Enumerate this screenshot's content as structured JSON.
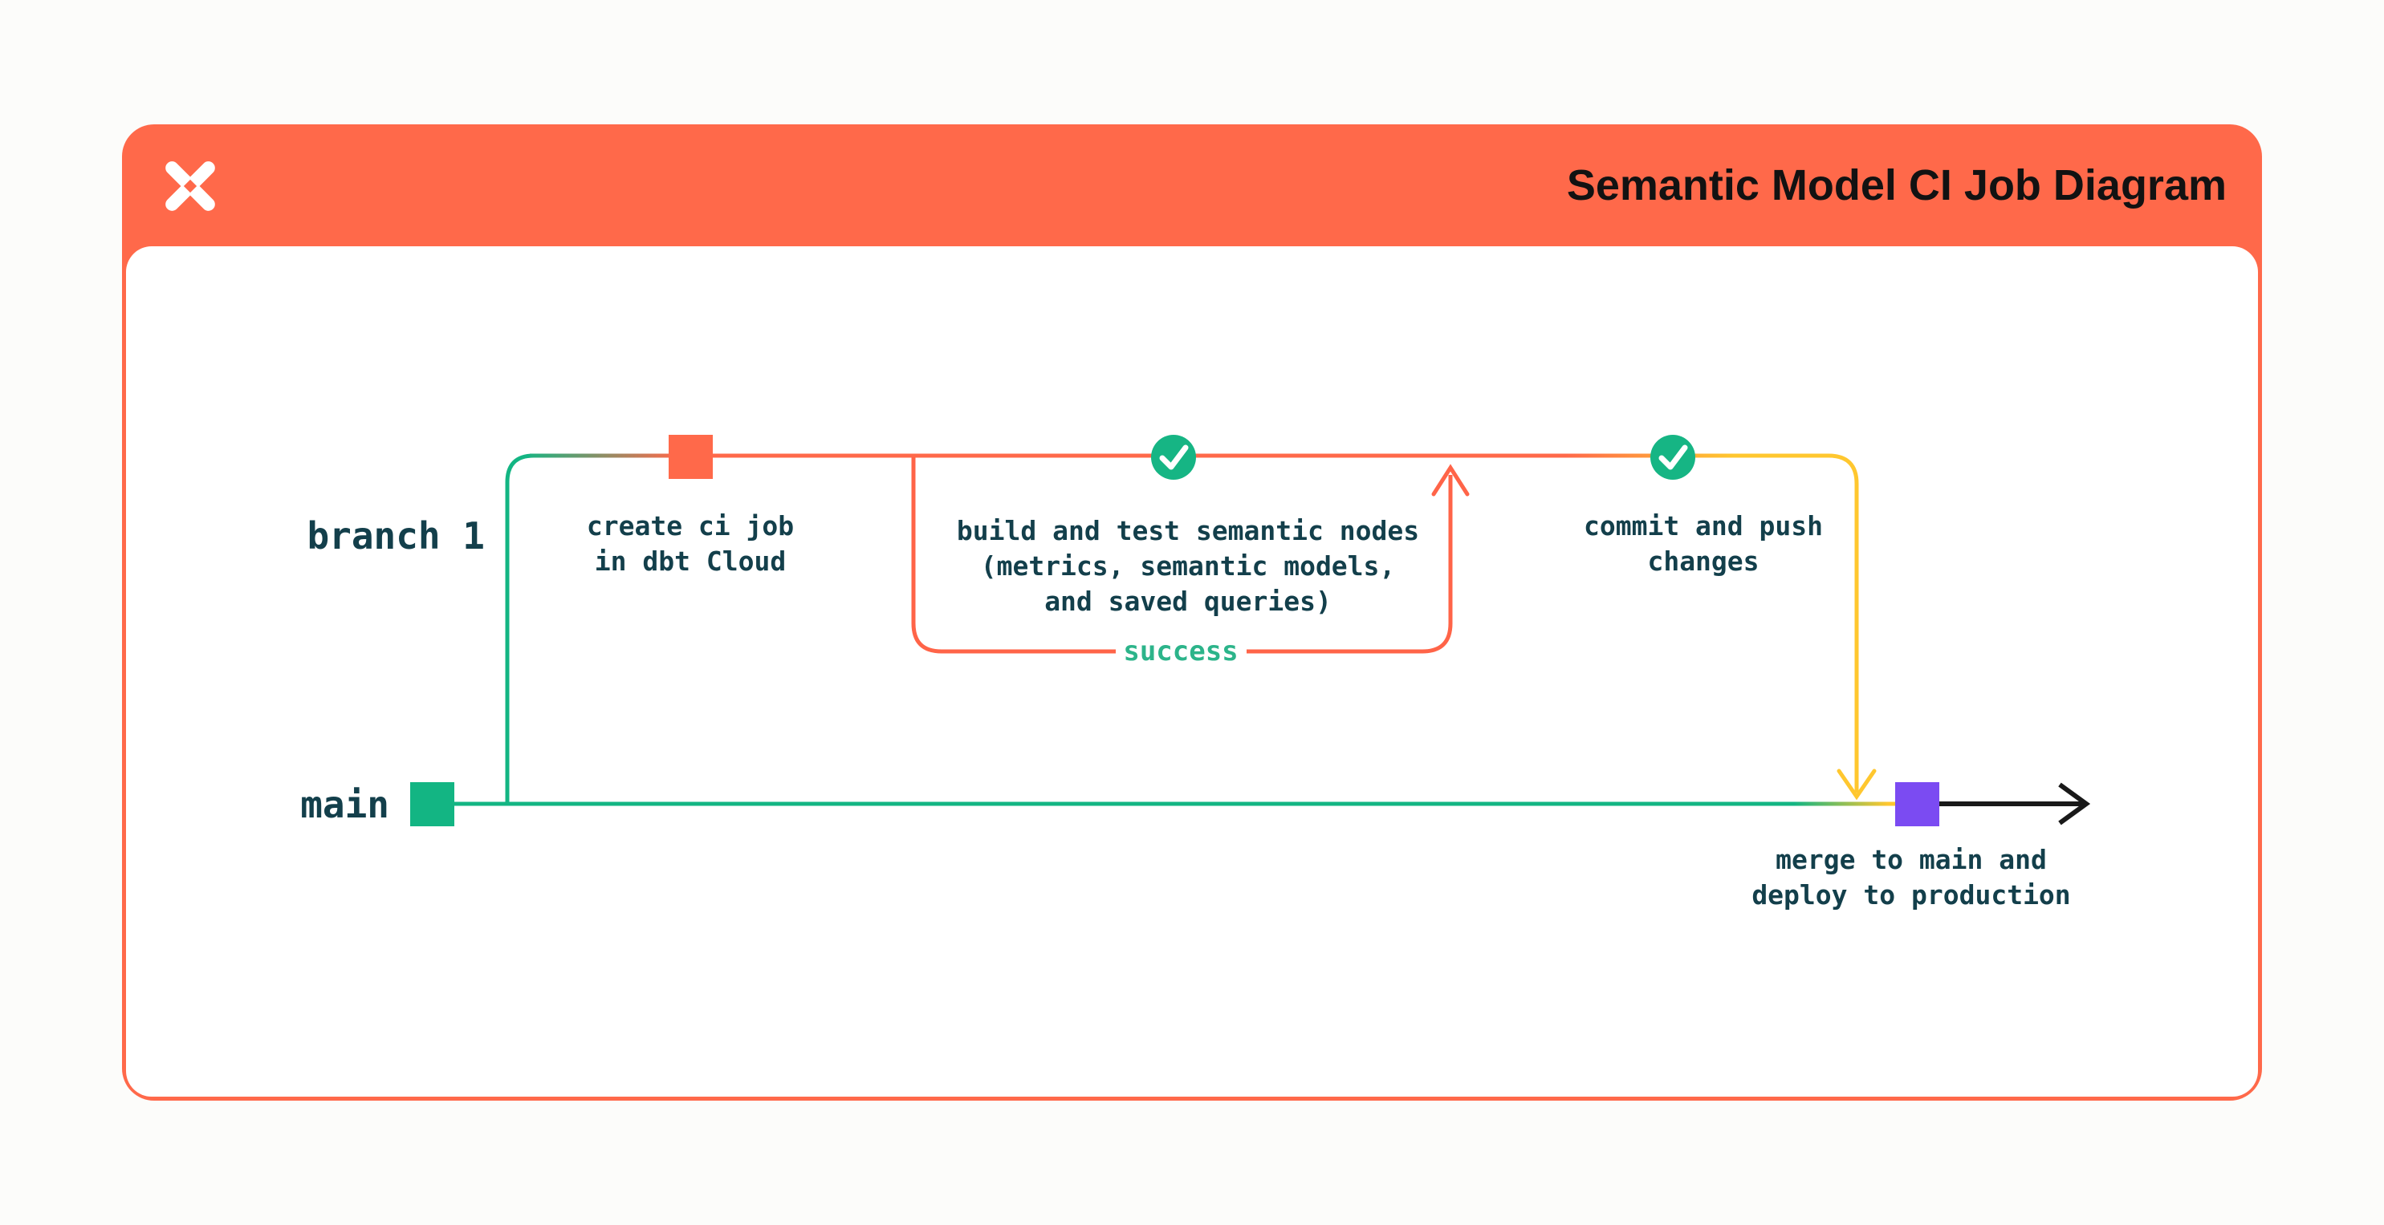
{
  "header": {
    "title": "Semantic Model CI Job Diagram",
    "logo": "dbt-logo"
  },
  "labels": {
    "branch": "branch 1",
    "main": "main"
  },
  "nodes": {
    "create": {
      "label": "create ci job\nin dbt Cloud"
    },
    "build": {
      "label": "build and test semantic nodes\n(metrics, semantic models,\nand saved queries)"
    },
    "commit": {
      "label": "commit and push\nchanges"
    },
    "merge": {
      "label": "merge to main and\ndeploy to production"
    }
  },
  "loop": {
    "label": "success"
  },
  "icons": {
    "logo": "dbt-star-icon",
    "check1": "check-circle-icon",
    "check2": "check-circle-icon"
  },
  "colors": {
    "brand_orange": "#FF694A",
    "green": "#13B583",
    "success_text_green": "#2CB48A",
    "yellow": "#FFC72F",
    "purple": "#7B4BF2",
    "dark_text": "#133F4B",
    "title_text": "#121212",
    "arrow_black": "#191919",
    "card_body_bg": "#FFFFFF"
  }
}
